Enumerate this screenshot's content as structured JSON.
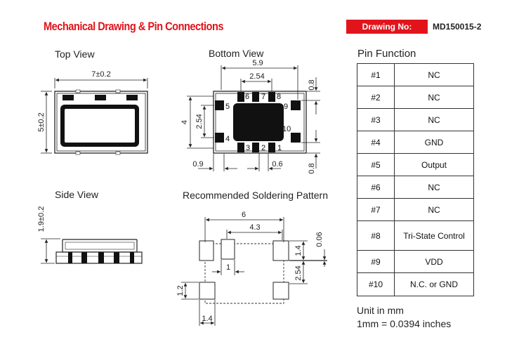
{
  "header": {
    "title": "Mechanical Drawing & Pin Connections",
    "drawing_label": "Drawing No:",
    "drawing_number": "MD150015-2",
    "brand_color": "#e1141c"
  },
  "views": {
    "top_view": {
      "label": "Top View",
      "width_dim": "7±0.2",
      "height_dim": "5±0.2"
    },
    "bottom_view": {
      "label": "Bottom View",
      "dims": {
        "overall_width": "5.9",
        "pad_pitch_top": "2.54",
        "pad_offset_right": "0.8",
        "overall_height": "4",
        "pad_pitch_side": "2.54",
        "pad_offset_bottom_right": "0.8",
        "left_margin": "0.9",
        "bottom_gap": "0.6"
      },
      "pin_numbers": {
        "p1": "1",
        "p2": "2",
        "p3": "3",
        "p4": "4",
        "p5": "5",
        "p6": "6",
        "p7": "7",
        "p8": "8",
        "p9": "9",
        "p10": "10"
      }
    },
    "side_view": {
      "label": "Side View",
      "height_dim": "1.9±0.2"
    },
    "soldering_pattern": {
      "label": "Recommended Soldering Pattern",
      "dims": {
        "overall_width": "6",
        "inner_width": "4.3",
        "pad_width": "1",
        "pad_height": "1.4",
        "gap": "0.06",
        "pitch": "2.54",
        "corner_pad_height": "1.2",
        "corner_pad_width": "1.4"
      }
    }
  },
  "pin_function": {
    "title": "Pin Function",
    "rows": [
      {
        "pin": "#1",
        "function": "NC"
      },
      {
        "pin": "#2",
        "function": "NC"
      },
      {
        "pin": "#3",
        "function": "NC"
      },
      {
        "pin": "#4",
        "function": "GND"
      },
      {
        "pin": "#5",
        "function": "Output"
      },
      {
        "pin": "#6",
        "function": "NC"
      },
      {
        "pin": "#7",
        "function": "NC"
      },
      {
        "pin": "#8",
        "function": "Tri-State Control"
      },
      {
        "pin": "#9",
        "function": "VDD"
      },
      {
        "pin": "#10",
        "function": "N.C. or GND"
      }
    ]
  },
  "units": {
    "line1": "Unit in mm",
    "line2": "1mm = 0.0394 inches"
  }
}
